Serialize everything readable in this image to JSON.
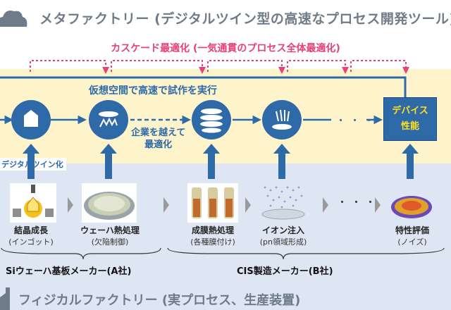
{
  "header": {
    "title": "メタファクトリー (デジタルツイン型の高速なプロセス開発ツール)"
  },
  "cascade": {
    "label": "カスケード最適化 (一気通貫のプロセス全体最適化)"
  },
  "virtual": {
    "trial_label": "仮想空間で高速で試作を実行",
    "cross_company_label": [
      "企業を越えて",
      "最適化"
    ],
    "digital_twin_label": "デジタルツイン化",
    "device_box": [
      "デバイス",
      "性能"
    ],
    "ellipsis": "・・・"
  },
  "steps": [
    {
      "name": "結晶成長",
      "sub": "(インゴット)"
    },
    {
      "name": "ウェーハ熱処理",
      "sub": "(欠陥制御)"
    },
    {
      "name": "成膜熱処理",
      "sub": "(各種膜付け)"
    },
    {
      "name": "イオン注入",
      "sub": "(pn領域形成)"
    },
    {
      "name": "特性評価",
      "sub": "(ノイズ)"
    }
  ],
  "physical_ellipsis": "・・・",
  "companies": {
    "a": "Siウェーハ基板メーカー(A社)",
    "b": "CIS製造メーカー(B社)"
  },
  "footer": {
    "title": "フィジカルファクトリー (実プロセス、生産装置)"
  },
  "colors": {
    "pink": "#e7407b",
    "blue": "#2f6aa8",
    "yellow_band": "#fef4cc",
    "blue_band": "#dfe6f3",
    "device_text": "#ffe21a"
  }
}
